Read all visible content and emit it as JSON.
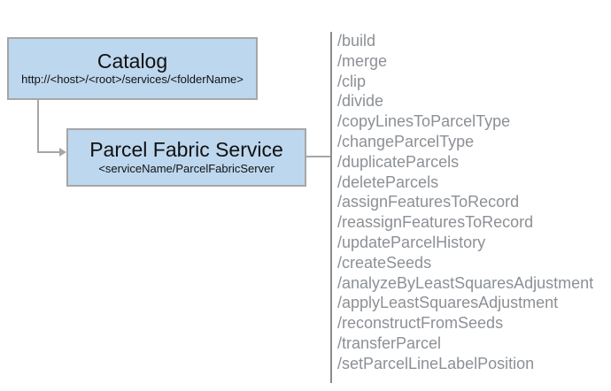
{
  "diagram": {
    "catalog_node": {
      "title": "Catalog",
      "subtitle": "http://<host>/<root>/services/<folderName>"
    },
    "service_node": {
      "title": "Parcel Fabric Service",
      "subtitle": "<serviceName/ParcelFabricServer"
    }
  },
  "operations": {
    "items": [
      "/build",
      "/merge",
      "/clip",
      "/divide",
      "/copyLinesToParcelType",
      "/changeParcelType",
      "/duplicateParcels",
      "/deleteParcels",
      "/assignFeaturesToRecord",
      "/reassignFeaturesToRecord",
      "/updateParcelHistory",
      "/createSeeds",
      "/analyzeByLeastSquaresAdjustment",
      "/applyLeastSquaresAdjustment",
      "/reconstructFromSeeds",
      "/transferParcel",
      "/setParcelLineLabelPosition"
    ]
  },
  "colors": {
    "node_fill": "#bdd7ee",
    "node_border": "#a6a6a6",
    "connector": "#a6a6a6",
    "separator": "#8c8c8c",
    "operation_text": "#8c9095",
    "node_text": "#111111"
  }
}
